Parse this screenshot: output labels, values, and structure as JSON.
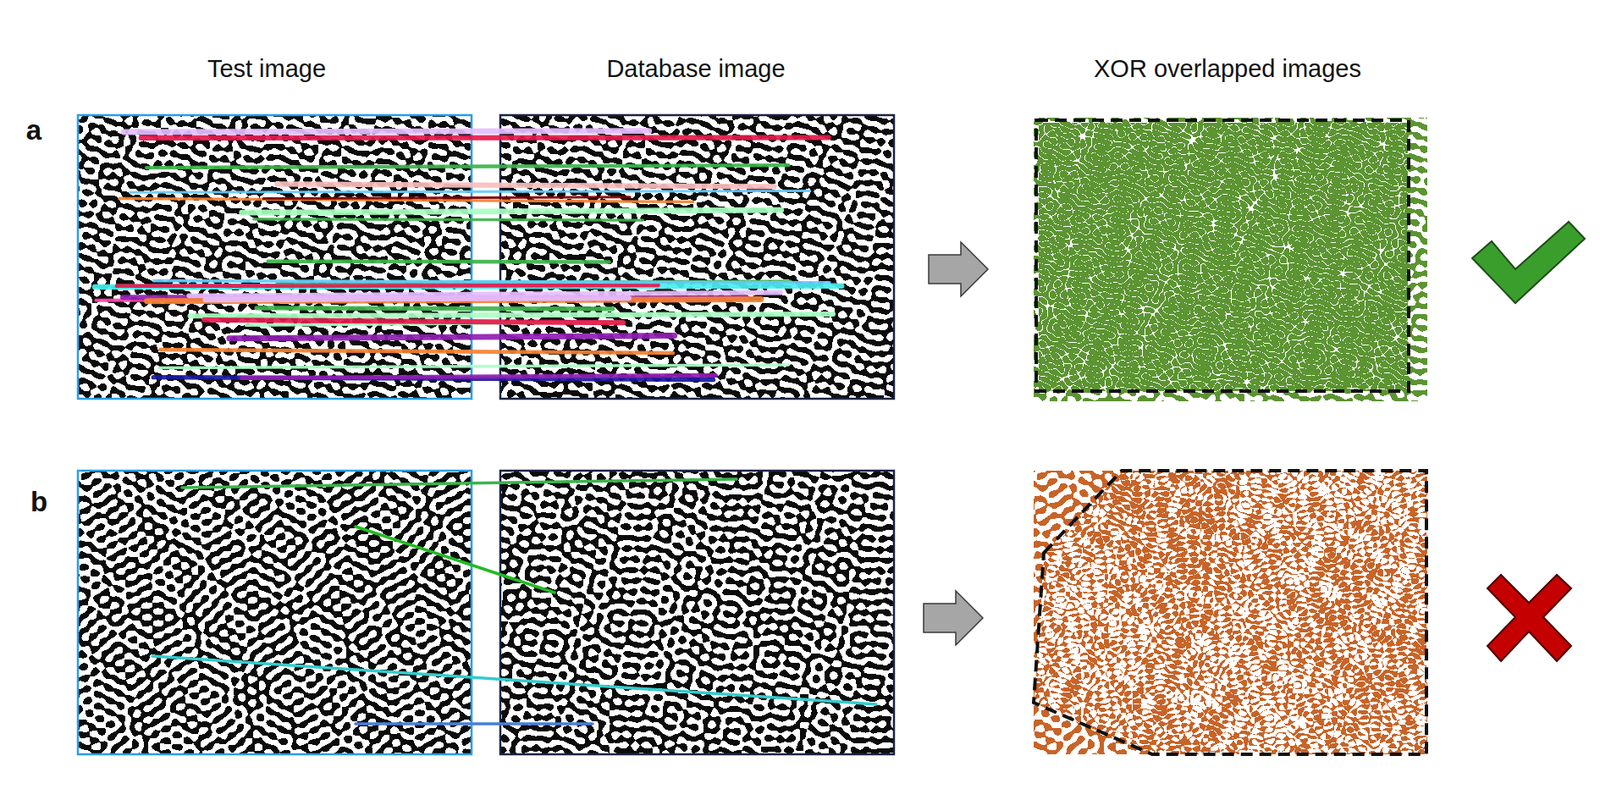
{
  "diagram": {
    "labels": [
      "Test image",
      "Database image",
      "XOR overlapped images",
      "a",
      "b"
    ]
  }
}
